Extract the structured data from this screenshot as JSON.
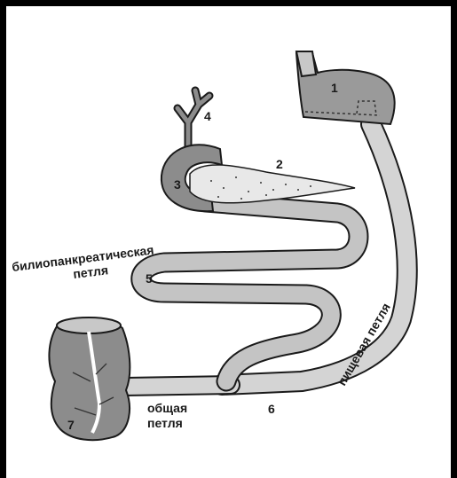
{
  "labels": {
    "n1": "1",
    "n2": "2",
    "n3": "3",
    "n4": "4",
    "n5": "5",
    "n6": "6",
    "n7": "7"
  },
  "text": {
    "biliopancreatic_line1": "билиопанкреатическая",
    "biliopancreatic_line2": "петля",
    "alimentary": "пищевая петля",
    "common_line1": "общая",
    "common_line2": "петля"
  },
  "colors": {
    "border": "#000000",
    "organ_dark": "#8c8c8c",
    "organ_light": "#c8c8c8",
    "outline": "#1a1a1a"
  }
}
